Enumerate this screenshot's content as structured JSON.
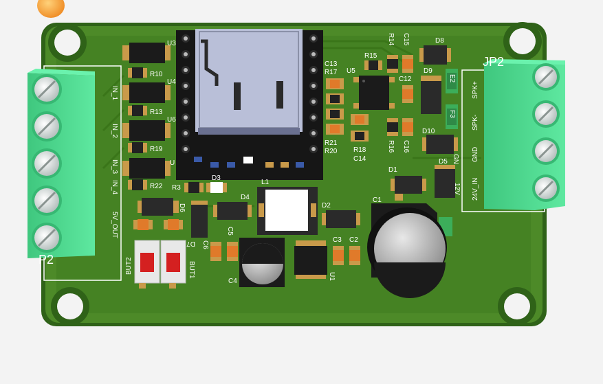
{
  "board": {
    "connector_left": {
      "name": "P2",
      "pins": [
        "IN_1",
        "IN_2",
        "IN_3",
        "IN_4",
        "5V_OUT"
      ]
    },
    "connector_right": {
      "name": "JP2",
      "pins": [
        "SPK+",
        "SPK-",
        "GND",
        "24V_IN"
      ]
    },
    "refs": {
      "u3": "U3",
      "u4": "U4",
      "u6": "U6",
      "u7": "U",
      "r10": "R10",
      "r13": "R13",
      "r19": "R19",
      "r22": "R22",
      "r3": "R3",
      "d3": "D3",
      "d4": "D4",
      "d6": "D6",
      "d7": "D7",
      "c13": "C13",
      "r17": "R17",
      "r21": "R21",
      "r20": "R20",
      "u5": "U5",
      "r15": "R15",
      "r14": "R14",
      "c15": "C15",
      "c12": "C12",
      "r18": "R18",
      "c14": "C14",
      "r16": "R16",
      "c16": "C16",
      "d8": "D8",
      "d9": "D9",
      "d10": "D10",
      "d5": "D5",
      "e2": "E2",
      "f3": "F3",
      "d1": "D1",
      "d2": "D2",
      "c1": "C1",
      "c2": "C2",
      "c3": "C3",
      "c4": "C4",
      "c5": "C5",
      "c6": "C6",
      "l1": "L1",
      "u1": "U1",
      "but1": "BUT1",
      "but2": "BUT2",
      "v12": "12V",
      "gnd_small": "GN"
    }
  },
  "colors": {
    "background": "#f3f3f3",
    "board": "#4d8a28",
    "board_edge": "#2f6218",
    "copper_fill": "#3d7a1d",
    "silk": "#ffffff",
    "terminal": "#4bd98e",
    "chip": "#1b1b1b",
    "pad": "#c99a4a",
    "resistor": "#222222",
    "capacitor": "#e07a2a",
    "button_red": "#d42020",
    "sd_slot": "#b9bfd8"
  },
  "icons": {
    "cursor": "orange-blob-icon"
  }
}
